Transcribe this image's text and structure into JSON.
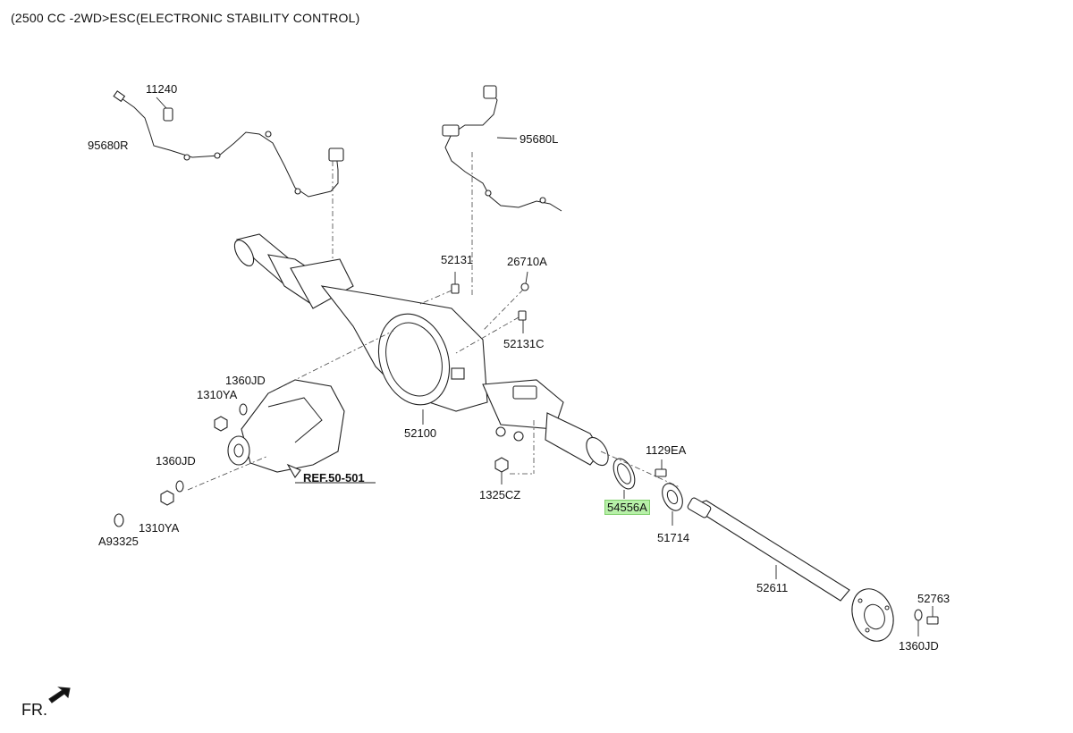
{
  "caption": "(2500 CC -2WD>ESC(ELECTRONIC STABILITY CONTROL)",
  "labels": {
    "p11240": "11240",
    "p95680R": "95680R",
    "p95680L": "95680L",
    "p52131": "52131",
    "p26710A": "26710A",
    "p52131C": "52131C",
    "p1360JD_a": "1360JD",
    "p1310YA_a": "1310YA",
    "p52100": "52100",
    "p1360JD_b": "1360JD",
    "p1310YA_b": "1310YA",
    "pA93325": "A93325",
    "p1325CZ": "1325CZ",
    "p54556A": "54556A",
    "p1129EA": "1129EA",
    "p51714": "51714",
    "p52611": "52611",
    "p52763": "52763",
    "p1360JD_c": "1360JD"
  },
  "reference": "REF.50-501",
  "direction": "FR.",
  "highlighted_part": "54556A",
  "colors": {
    "highlight": "#b7f0a8",
    "line": "#222222"
  }
}
